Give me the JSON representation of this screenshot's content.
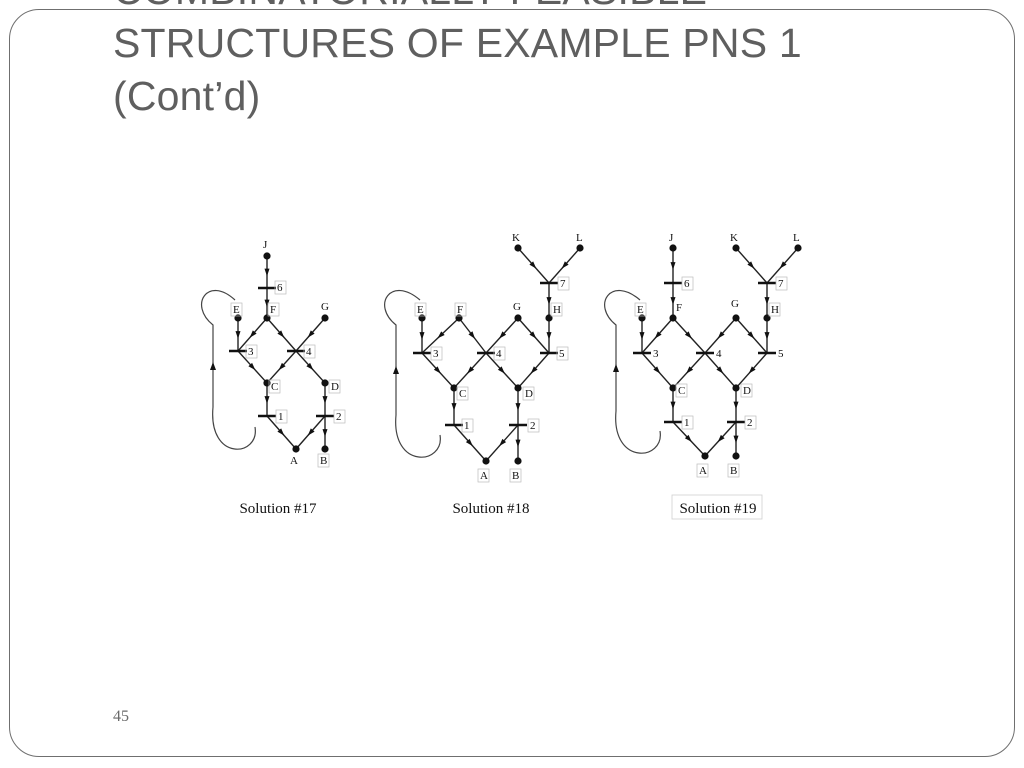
{
  "slide": {
    "title_lines": [
      "COMBINATORIALLY FEASIBLE",
      "STRUCTURES OF EXAMPLE PNS 1",
      "(Cont’d)"
    ],
    "page_number": "45"
  },
  "diagrams": [
    {
      "caption": "Solution #17",
      "materials": [
        "J",
        "E",
        "F",
        "G",
        "C",
        "D",
        "A",
        "B"
      ],
      "units": [
        "6",
        "3",
        "4",
        "1",
        "2"
      ]
    },
    {
      "caption": "Solution #18",
      "materials": [
        "K",
        "L",
        "E",
        "F",
        "G",
        "H",
        "C",
        "D",
        "A",
        "B"
      ],
      "units": [
        "7",
        "3",
        "4",
        "5",
        "1",
        "2"
      ]
    },
    {
      "caption": "Solution #19",
      "materials": [
        "J",
        "K",
        "L",
        "E",
        "F",
        "G",
        "H",
        "C",
        "D",
        "A",
        "B"
      ],
      "units": [
        "6",
        "7",
        "3",
        "4",
        "5",
        "1",
        "2"
      ]
    }
  ]
}
